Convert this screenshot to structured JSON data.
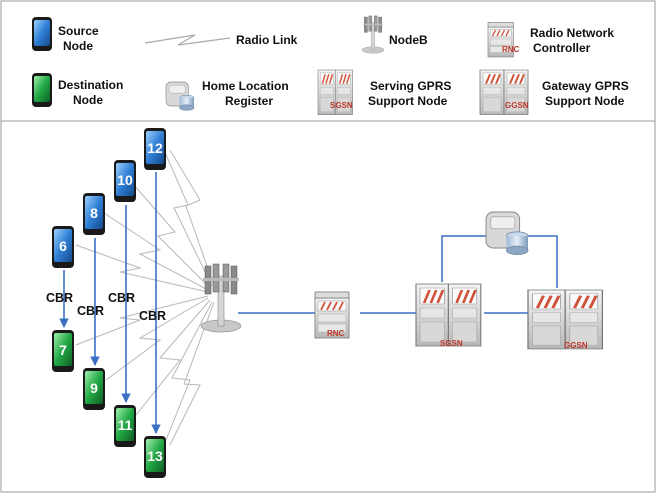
{
  "legend": {
    "source_node": "Source\nNode",
    "destination_node": "Destination\nNode",
    "radio_link": "Radio Link",
    "nodeb": "NodeB",
    "hlr": "Home Location\nRegister",
    "rnc": "Radio Network\nController",
    "sgsn": "Serving GPRS\nSupport Node",
    "ggsn": "Gateway GPRS\nSupport Node"
  },
  "device_labels": {
    "rnc": "RNC",
    "sgsn": "SGSN",
    "ggsn": "GGSN"
  },
  "cbr_label": "CBR",
  "source_phones": [
    "6",
    "8",
    "10",
    "12"
  ],
  "destination_phones": [
    "7",
    "9",
    "11",
    "13"
  ],
  "colors": {
    "source": "#3b7fd0",
    "destination": "#2fa84f",
    "link": "#3a6fc4",
    "radio": "#b5b5b5",
    "border": "#999999"
  }
}
